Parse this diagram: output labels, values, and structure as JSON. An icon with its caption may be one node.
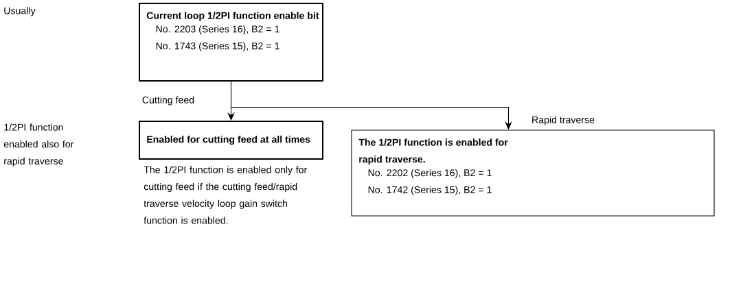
{
  "diagram": {
    "nodes": [
      {
        "text": [
          "Current loop 1/2PI function enable bit",
          "No. 2203 (Series 16), B2 = 1",
          "No. 1743 (Series 15), B2 = 1"
        ]
      },
      {
        "text": [
          "Enabled for cutting feed at all times"
        ],
        "beside": [
          "The 1/2PI function is enabled only for cutting feed if the cutting feed/rapid traverse velocity loop gain switch function is enabled."
        ]
      },
      {
        "text": [
          "The 1/2PI function is enabled for rapid traverse.",
          "No. 2202 (Series 16), B2 = 1",
          "No. 1742 (Series 15), B2 = 1"
        ]
      }
    ],
    "edges": [
      {
        "from": 0,
        "to": 1,
        "arrow": "to",
        "label": "Cutting feed"
      },
      {
        "from": 0,
        "to": 2,
        "arrow": "to",
        "label": "Rapid traverse"
      }
    ],
    "labels": [
      "Usually",
      "1/2PI function enabled also for rapid traverse"
    ]
  }
}
